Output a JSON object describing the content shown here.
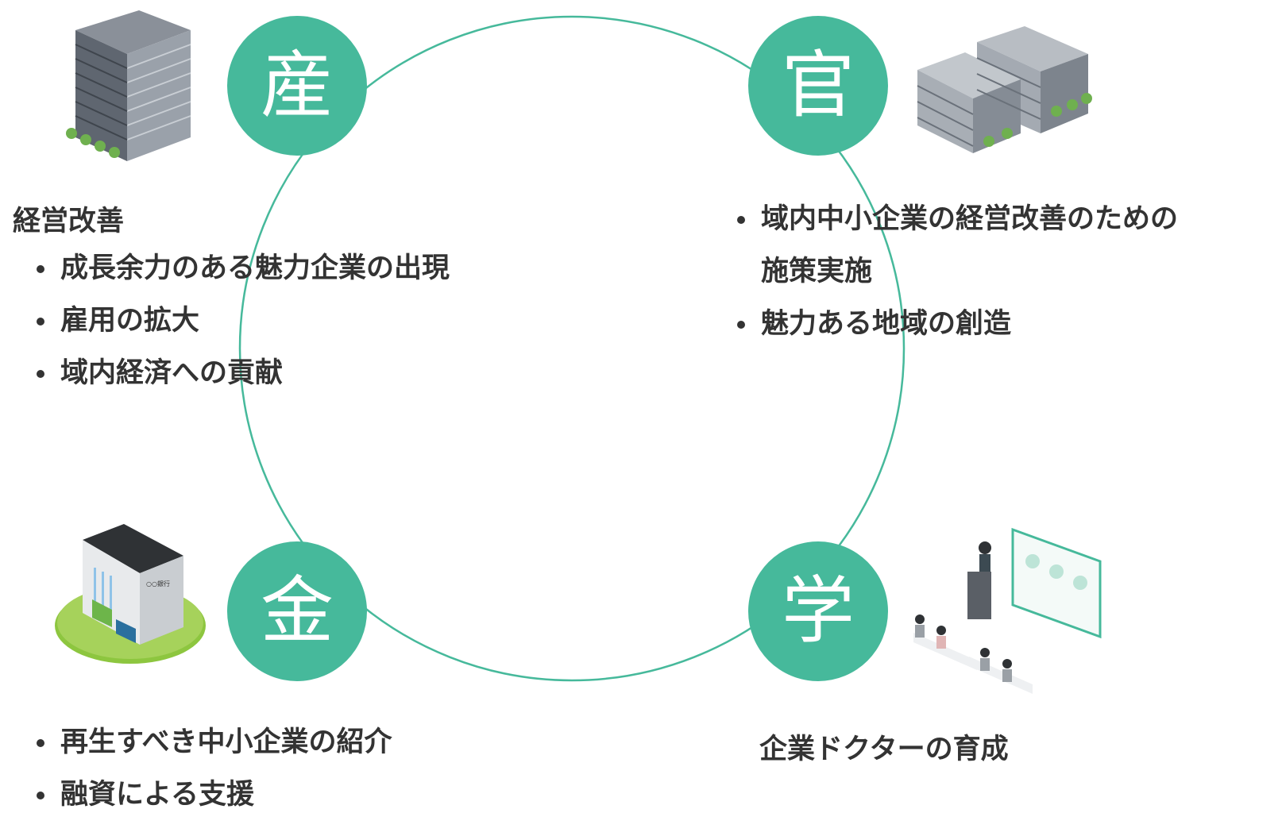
{
  "colors": {
    "accent": "#46b99b",
    "circle_stroke": "#46b99b",
    "text": "#333333"
  },
  "sectors": {
    "industry": {
      "badge": "産",
      "heading": "経営改善",
      "items": [
        "成長余力のある魅力企業の出現",
        "雇用の拡大",
        "域内経済への貢献"
      ],
      "icon": "office-building"
    },
    "government": {
      "badge": "官",
      "items": [
        "域内中小企業の経営改善のための",
        "施策実施",
        "魅力ある地域の創造"
      ],
      "icon": "government-building"
    },
    "finance": {
      "badge": "金",
      "bank_sign": "○○銀行",
      "items": [
        "再生すべき中小企業の紹介",
        "融資による支援"
      ],
      "icon": "bank-building"
    },
    "academia": {
      "badge": "学",
      "heading": "企業ドクターの育成",
      "icon": "lecture-classroom"
    }
  }
}
